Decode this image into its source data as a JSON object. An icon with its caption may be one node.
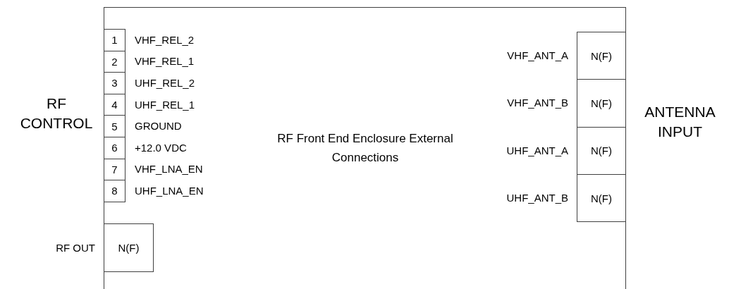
{
  "diagram": {
    "nodes": [
      {
        "text": [
          "RF Front End Enclosure External Connections"
        ]
      },
      {
        "text": [
          "1"
        ],
        "in": 0,
        "beside": [
          "VHF_REL_2"
        ]
      },
      {
        "text": [
          "2"
        ],
        "in": 0,
        "beside": [
          "VHF_REL_1"
        ]
      },
      {
        "text": [
          "3"
        ],
        "in": 0,
        "beside": [
          "UHF_REL_2"
        ]
      },
      {
        "text": [
          "4"
        ],
        "in": 0,
        "beside": [
          "UHF_REL_1"
        ]
      },
      {
        "text": [
          "5"
        ],
        "in": 0,
        "beside": [
          "GROUND"
        ]
      },
      {
        "text": [
          "6"
        ],
        "in": 0,
        "beside": [
          "+12.0 VDC"
        ]
      },
      {
        "text": [
          "7"
        ],
        "in": 0,
        "beside": [
          "VHF_LNA_EN"
        ]
      },
      {
        "text": [
          "8"
        ],
        "in": 0,
        "beside": [
          "UHF_LNA_EN"
        ]
      },
      {
        "text": [
          "N(F)"
        ],
        "in": 0,
        "beside": [
          "RF OUT"
        ]
      },
      {
        "text": [
          "N(F)"
        ],
        "in": 0,
        "beside": [
          "VHF_ANT_A"
        ]
      },
      {
        "text": [
          "N(F)"
        ],
        "in": 0,
        "beside": [
          "VHF_ANT_B"
        ]
      },
      {
        "text": [
          "N(F)"
        ],
        "in": 0,
        "beside": [
          "UHF_ANT_A"
        ]
      },
      {
        "text": [
          "N(F)"
        ],
        "in": 0,
        "beside": [
          "UHF_ANT_B"
        ]
      }
    ],
    "labels": [
      "RF CONTROL",
      "ANTENNA INPUT"
    ]
  }
}
